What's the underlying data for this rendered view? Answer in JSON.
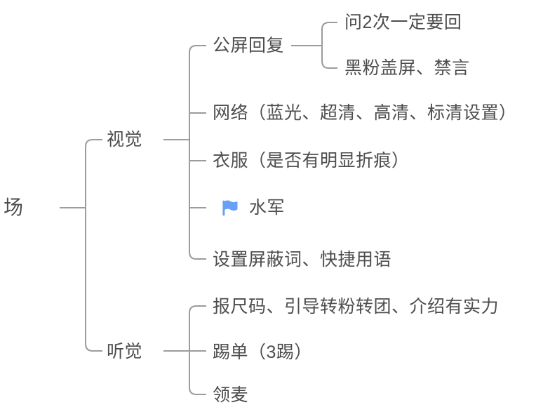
{
  "colors": {
    "background": "#ffffff",
    "text": "#4d4d4d",
    "connector": "#9c9c9c",
    "flag": "#66a1f7"
  },
  "mindmap": {
    "root": {
      "label": "场"
    },
    "branches": [
      {
        "label": "视觉",
        "children": [
          {
            "label": "公屏回复",
            "children": [
              {
                "label": "问2次一定要回"
              },
              {
                "label": "黑粉盖屏、禁言"
              }
            ]
          },
          {
            "label": "网络（蓝光、超清、高清、标清设置）"
          },
          {
            "label": "衣服（是否有明显折痕）"
          },
          {
            "label": "水军",
            "marker": "flag-icon"
          },
          {
            "label": "设置屏蔽词、快捷用语"
          }
        ]
      },
      {
        "label": "听觉",
        "children": [
          {
            "label": "报尺码、引导转粉转团、介绍有实力"
          },
          {
            "label": "踢单（3踢）"
          },
          {
            "label": "领麦"
          }
        ]
      }
    ]
  }
}
